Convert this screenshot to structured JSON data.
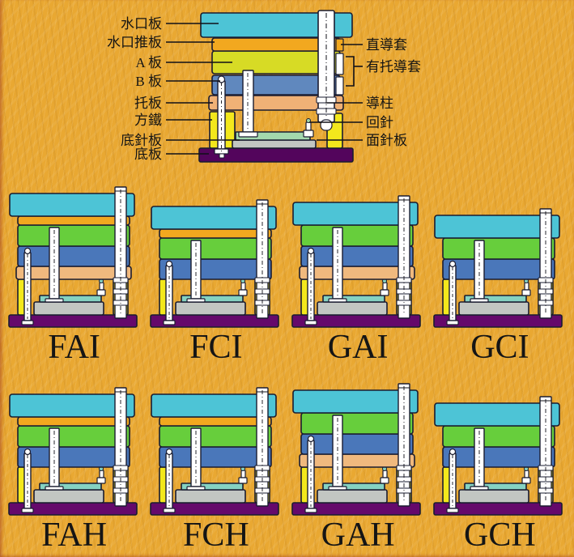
{
  "page": {
    "title": "injection-mold-base-types-diagram",
    "background_color": "#E9A832"
  },
  "colors": {
    "outline": "#1A1C30",
    "plate_top": "#4DC4D6",
    "plate_stripper": "#F2A81F",
    "plate_a_main": "#D7DB25",
    "plate_a": "#67CE3C",
    "plate_b_main": "#6088BE",
    "plate_b": "#4A77BA",
    "plate_support_main": "#F0B176",
    "plate_support": "#F0B97E",
    "spacer": "#F3E81C",
    "ejector_top_main": "#A3D8AD",
    "ejector_top": "#85D2C2",
    "ejector_bottom": "#C2C6C2",
    "base_main": "#53055C",
    "base": "#65096B",
    "pillar": "#FFFFFF"
  },
  "main_diagram": {
    "left_labels": [
      "水口板",
      "水口推板",
      "A 板",
      "B 板",
      "托板",
      "方鐵",
      "底針板",
      "底板"
    ],
    "right_labels": [
      "直導套",
      "有托導套",
      "導柱",
      "回針",
      "面針板"
    ]
  },
  "variants": [
    {
      "name": "FAI",
      "plates": [
        "top",
        "stripper",
        "a",
        "b",
        "support"
      ]
    },
    {
      "name": "FCI",
      "plates": [
        "top",
        "stripper",
        "a",
        "b"
      ]
    },
    {
      "name": "GAI",
      "plates": [
        "top",
        "a",
        "b",
        "support"
      ]
    },
    {
      "name": "GCI",
      "plates": [
        "top",
        "a",
        "b"
      ]
    },
    {
      "name": "FAH",
      "plates": [
        "top",
        "stripper",
        "a",
        "b"
      ]
    },
    {
      "name": "FCH",
      "plates": [
        "top",
        "stripper",
        "a",
        "b"
      ]
    },
    {
      "name": "GAH",
      "plates": [
        "top",
        "a",
        "b",
        "support"
      ]
    },
    {
      "name": "GCH",
      "plates": [
        "top",
        "a",
        "b"
      ]
    }
  ]
}
